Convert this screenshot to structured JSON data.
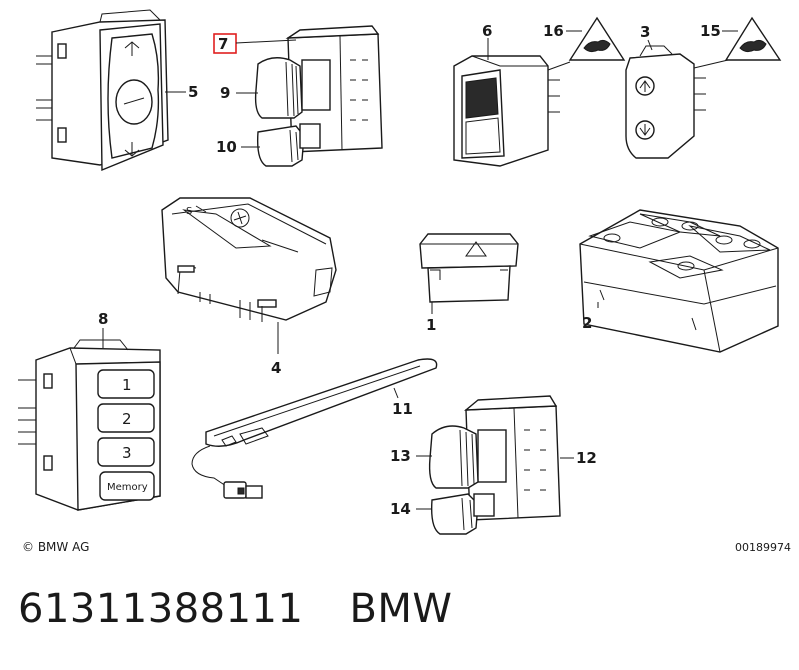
{
  "callouts": [
    "1",
    "2",
    "3",
    "4",
    "5",
    "6",
    "7",
    "8",
    "9",
    "10",
    "11",
    "12",
    "13",
    "14",
    "15",
    "16"
  ],
  "highlighted_callout": "7",
  "memory_keys": [
    "1",
    "2",
    "3"
  ],
  "memory_label": "Memory",
  "copyright": "© BMW AG",
  "image_number": "00189974",
  "part_number": "61311388111",
  "brand": "BMW",
  "colors": {
    "ink": "#1a1a1a",
    "highlight": "#e02020",
    "background": "#ffffff"
  }
}
